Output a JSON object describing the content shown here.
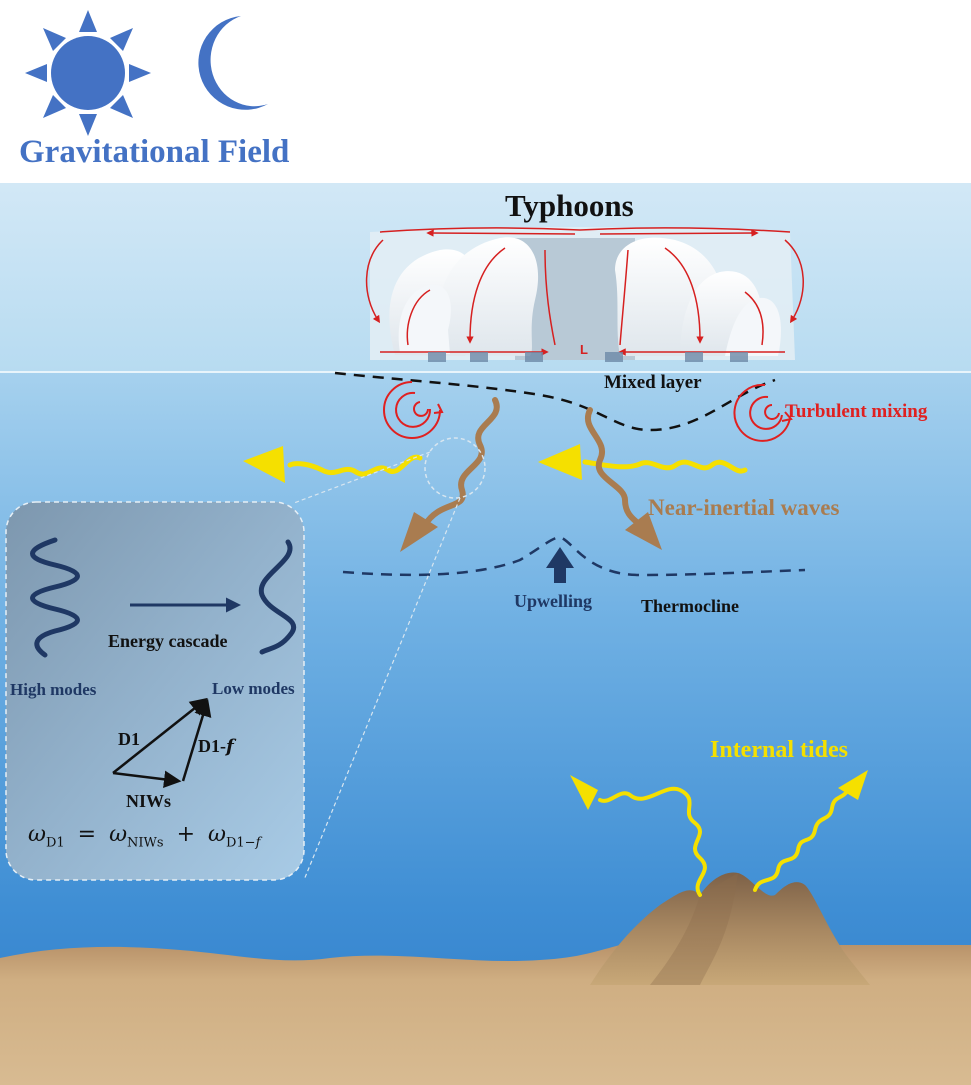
{
  "labels": {
    "gravitational_field": "Gravitational Field",
    "typhoons": "Typhoons",
    "mixed_layer": "Mixed layer",
    "turbulent_mixing": "Turbulent mixing",
    "near_inertial_waves": "Near-inertial waves",
    "upwelling": "Upwelling",
    "thermocline": "Thermocline",
    "internal_tides": "Internal tides",
    "typhoon_center": "L"
  },
  "inset": {
    "energy_cascade": "Energy cascade",
    "high_modes": "High modes",
    "low_modes": "Low modes",
    "d1": "D1",
    "d1_f": "D1-",
    "f_symbol": "f",
    "niws": "NIWs",
    "equation": {
      "omega": "ω",
      "sub_d1": "D1",
      "equals": "=",
      "sub_niws": "NIWs",
      "plus": "+",
      "sub_d1_f": "D1−",
      "sub_f": "f"
    }
  },
  "colors": {
    "sun_moon": "#4472c4",
    "gravitational_text": "#4472c4",
    "turbulent": "#e02020",
    "near_inertial": "#a97c50",
    "internal_tides": "#f5e000",
    "upwelling": "#1f3864",
    "seafloor": "#c8a878",
    "ocean_deep": "#3a8ad0",
    "ocean_surface": "#a9d3ee"
  }
}
